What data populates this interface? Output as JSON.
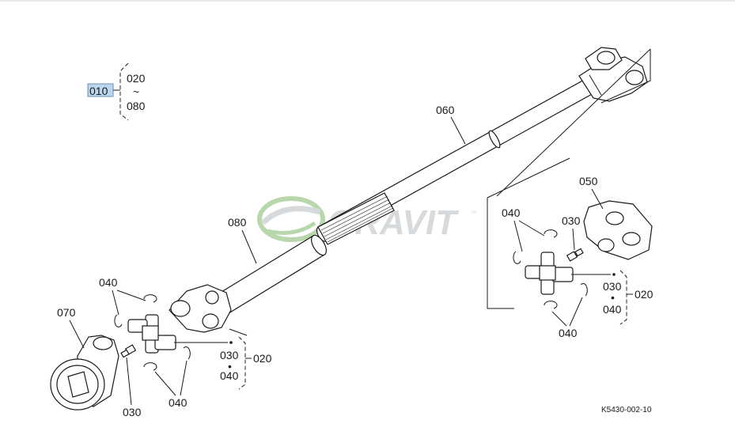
{
  "labels": {
    "top_group": "010",
    "top_range_start": "020",
    "top_range_tilde": "~",
    "top_range_end": "080",
    "shaft_060": "060",
    "shaft_080": "080",
    "yoke_050": "050",
    "yoke_070": "070",
    "right_040_top": "040",
    "right_030_top": "030",
    "right_030_mid": "030",
    "right_020": "020",
    "right_dot": "•",
    "right_040_mid": "040",
    "right_040_bottom": "040",
    "left_040_top": "040",
    "left_030_mid": "030",
    "left_020": "020",
    "left_dot": "•",
    "left_040_mid": "040",
    "left_030_bottom": "030",
    "left_040_bottom": "040"
  },
  "watermark": {
    "text": "GRAVIT",
    "mark": "™",
    "color_green": "#7fb86a",
    "color_gray": "#b8bcc0"
  },
  "figure_code": "K5430-002-10",
  "colors": {
    "selection": "#bcd6ee",
    "line": "#1a1a1a"
  }
}
